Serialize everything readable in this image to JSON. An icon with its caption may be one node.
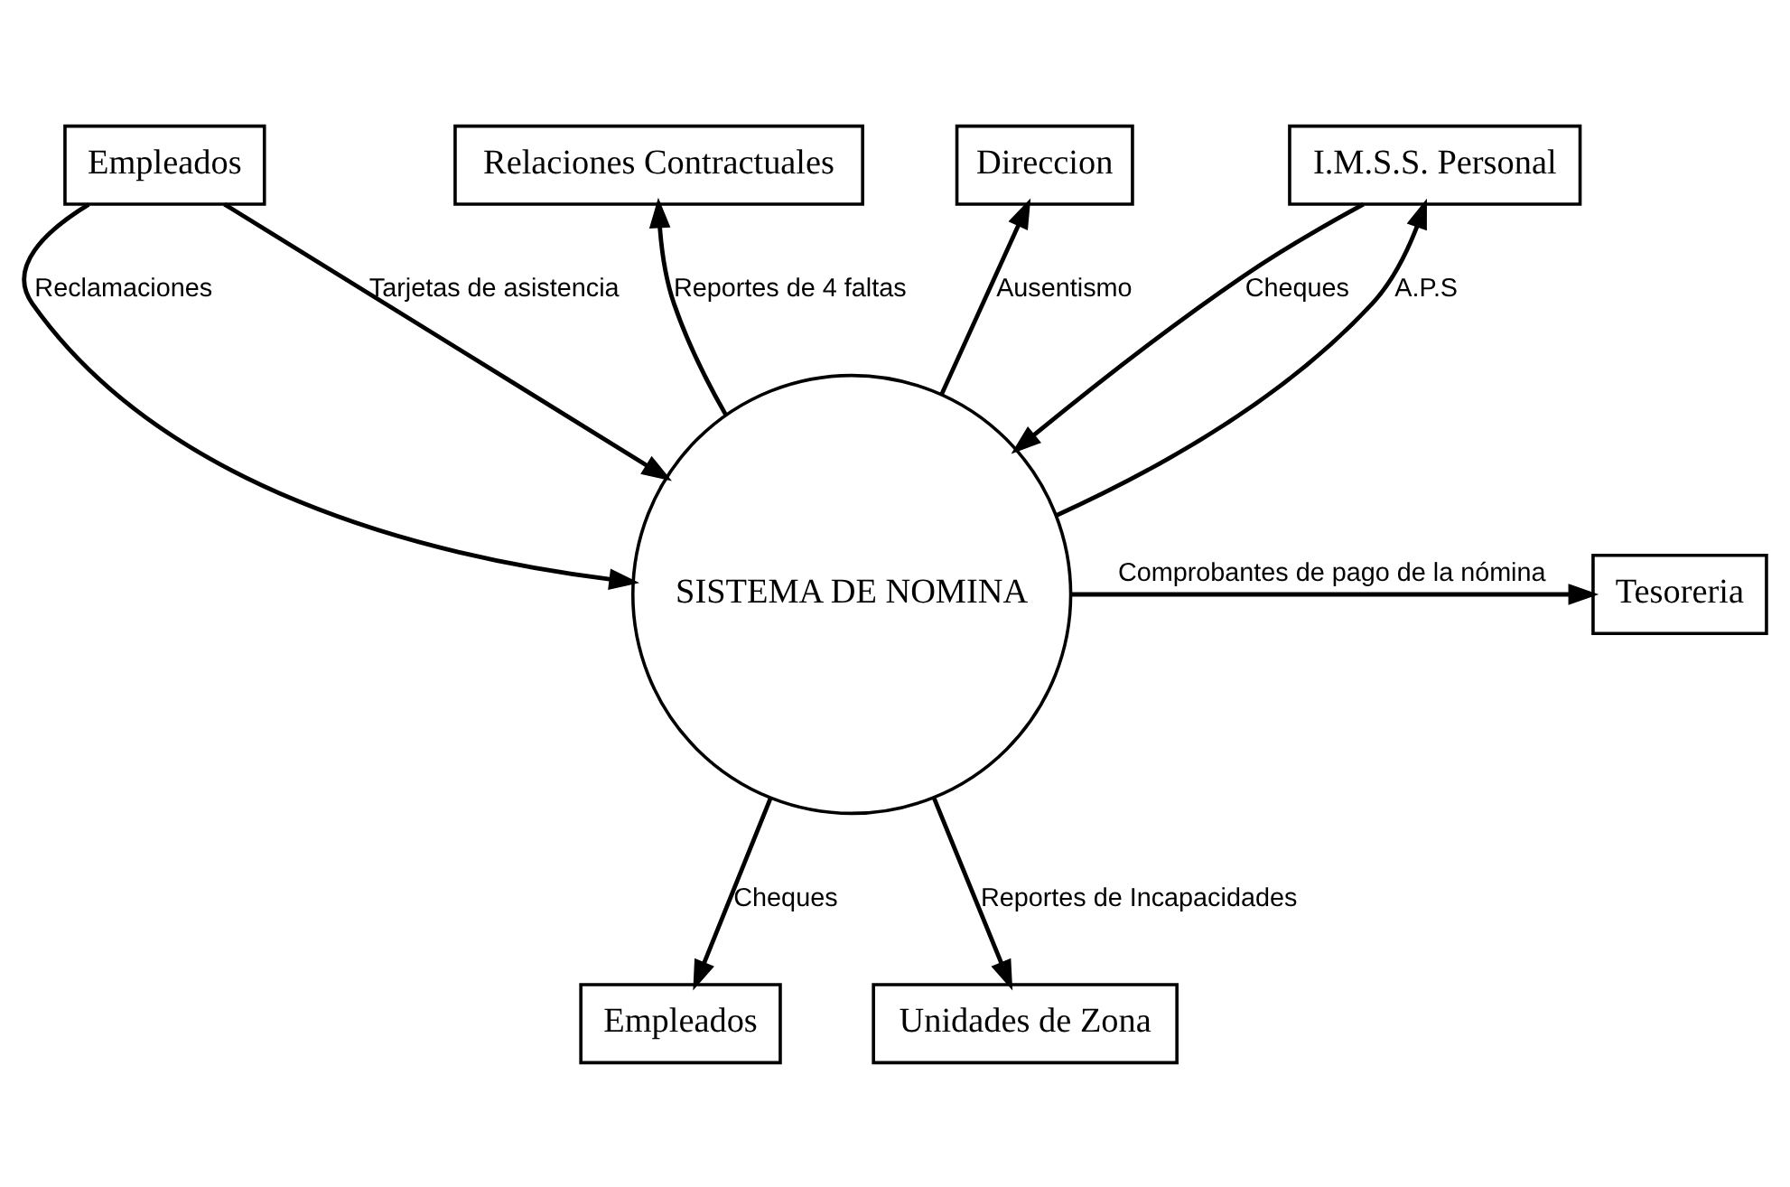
{
  "diagram": {
    "nodes": [
      {
        "text": [
          "Empleados"
        ]
      },
      {
        "text": [
          "Relaciones Contractuales"
        ]
      },
      {
        "text": [
          "Direccion"
        ]
      },
      {
        "text": [
          "SISTEMA DE NOMINA"
        ]
      },
      {
        "text": [
          "I.M.S.S. Personal"
        ]
      },
      {
        "text": [
          "Tesoreria"
        ]
      },
      {
        "text": [
          "Empleados"
        ]
      },
      {
        "text": [
          "Unidades de Zona"
        ]
      }
    ],
    "edges": [
      {
        "from": 0,
        "to": 3,
        "arrow": "to",
        "label": "Reclamaciones"
      },
      {
        "from": 0,
        "to": 3,
        "arrow": "to",
        "label": "Tarjetas de asistencia"
      },
      {
        "from": 3,
        "to": 1,
        "arrow": "to",
        "label": "Reportes de 4 faltas"
      },
      {
        "from": 3,
        "to": 2,
        "arrow": "to",
        "label": "Ausentismo"
      },
      {
        "from": 3,
        "to": 4,
        "arrow": "to",
        "label": "A.P.S"
      },
      {
        "from": 4,
        "to": 3,
        "arrow": "to",
        "label": "Cheques"
      },
      {
        "from": 3,
        "to": 5,
        "arrow": "to",
        "label": "Comprobantes de pago de la nómina"
      },
      {
        "from": 3,
        "to": 6,
        "arrow": "to",
        "label": "Cheques"
      },
      {
        "from": 3,
        "to": 7,
        "arrow": "to",
        "label": "Reportes de Incapacidades"
      }
    ]
  }
}
